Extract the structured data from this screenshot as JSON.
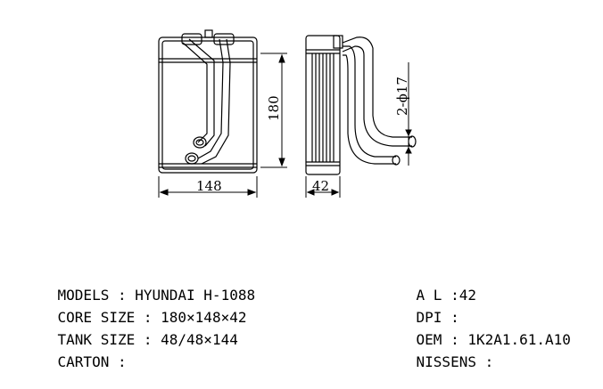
{
  "drawing": {
    "dimensions": {
      "width": "148",
      "height": "180",
      "depth": "42",
      "pipe": "2-ϕ17"
    }
  },
  "specs": {
    "left": [
      {
        "label": "MODELS",
        "sep": " : ",
        "value": "HYUNDAI H-1088"
      },
      {
        "label": "CORE SIZE",
        "sep": " : ",
        "value": "180×148×42"
      },
      {
        "label": "TANK SIZE",
        "sep": " : ",
        "value": "48/48×144"
      },
      {
        "label": "CARTON",
        "sep": " : ",
        "value": ""
      }
    ],
    "right": [
      {
        "label": "A L",
        "sep": " :",
        "value": "42"
      },
      {
        "label": "DPI",
        "sep": " : ",
        "value": ""
      },
      {
        "label": "OEM",
        "sep": " : ",
        "value": "1K2A1.61.A10"
      },
      {
        "label": "NISSENS",
        "sep": " : ",
        "value": ""
      }
    ]
  }
}
